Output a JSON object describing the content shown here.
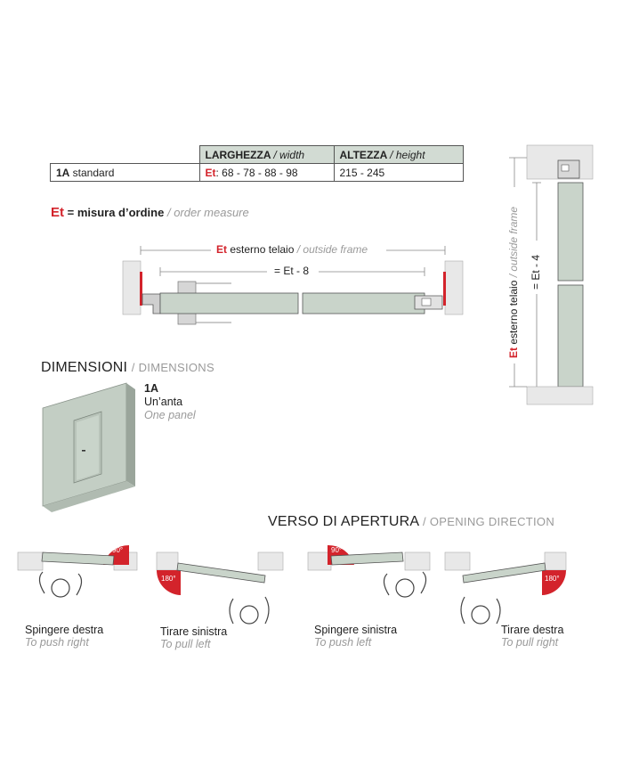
{
  "table": {
    "col_width": "LARGHEZZA",
    "col_width_en": "/ width",
    "col_height": "ALTEZZA",
    "col_height_en": "/ height",
    "row_label_bold": "1A",
    "row_label_rest": " standard",
    "et_prefix": "Et",
    "width_values": ": 68 - 78 - 88 - 98",
    "height_values": "215 - 245"
  },
  "legend": {
    "et": "Et",
    "label": " = misura d’ordine",
    "label_en": "/ order measure"
  },
  "horizontal_section": {
    "et": "Et",
    "outside_frame": "esterno telaio",
    "outside_frame_en": "/ outside frame",
    "inner_width": "= Et - 8"
  },
  "vertical_section": {
    "et": "Et",
    "outside_frame": "esterno telaio",
    "outside_frame_en": "/ outside frame",
    "inner_height": "= Et - 4"
  },
  "dimensions": {
    "title": "DIMENSIONI",
    "title_en": "/ DIMENSIONS",
    "model": "1A",
    "model_it": "Un’anta",
    "model_en": "One panel"
  },
  "opening": {
    "title": "VERSO DI APERTURA",
    "title_en": "/ OPENING DIRECTION",
    "items": [
      {
        "label": "Spingere destra",
        "label_en": "To push right",
        "angle": "90°"
      },
      {
        "label": "Tirare sinistra",
        "label_en": "To pull left",
        "angle": "180°"
      },
      {
        "label": "Spingere sinistra",
        "label_en": "To push left",
        "angle": "90°"
      },
      {
        "label": "Tirare destra",
        "label_en": "To pull right",
        "angle": "180°"
      }
    ]
  },
  "colors": {
    "panel": "#c9d4ca",
    "wall": "#e8e8e8",
    "accent": "#d3232b",
    "frame": "#555555"
  }
}
